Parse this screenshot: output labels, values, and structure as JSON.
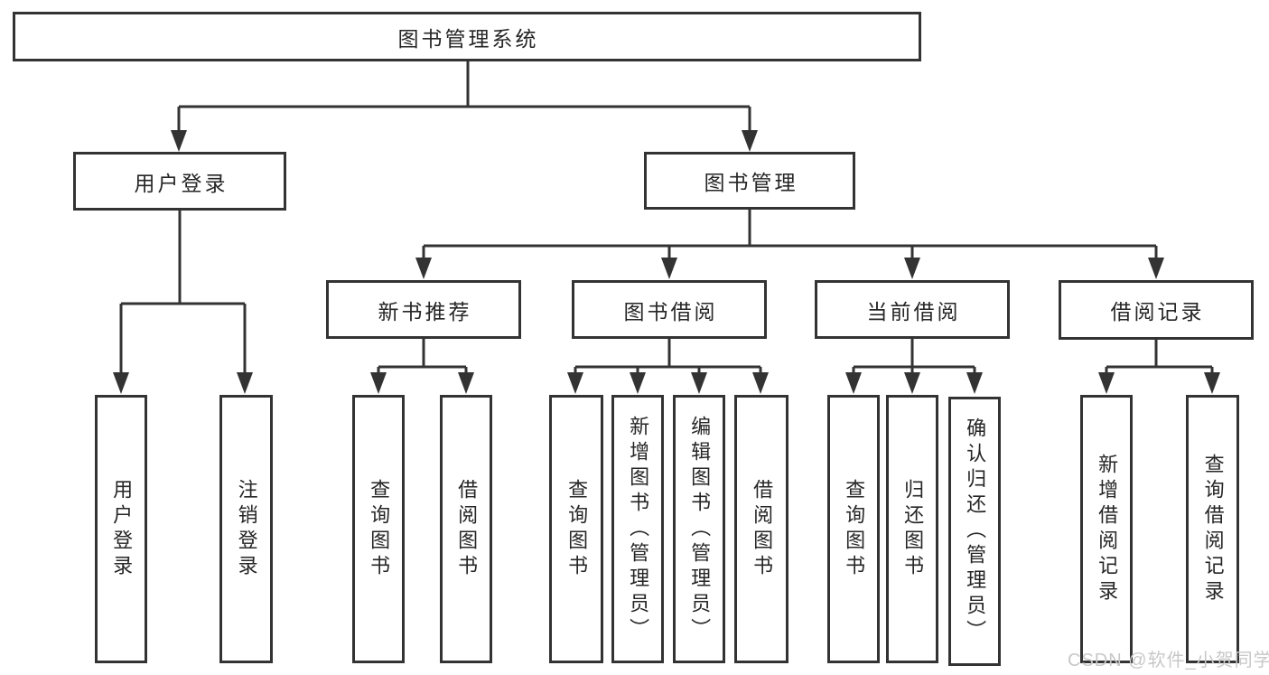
{
  "tree": {
    "root": "图书管理系统",
    "children": [
      {
        "label": "用户登录",
        "children": [
          "用户登录",
          "注销登录"
        ]
      },
      {
        "label": "图书管理",
        "children": [
          {
            "label": "新书推荐",
            "children": [
              "查询图书",
              "借阅图书"
            ]
          },
          {
            "label": "图书借阅",
            "children": [
              "查询图书",
              "新增图书（管理员）",
              "编辑图书（管理员）",
              "借阅图书"
            ]
          },
          {
            "label": "当前借阅",
            "children": [
              "查询图书",
              "归还图书",
              "确认归还（管理员）"
            ]
          },
          {
            "label": "借阅记录",
            "children": [
              "新增借阅记录",
              "查询借阅记录"
            ]
          }
        ]
      }
    ]
  },
  "watermark": {
    "text": "CSDN @软件_小贺同学"
  },
  "colors": {
    "border": "#333333",
    "text": "#262626",
    "watermark": "#c8c8c8",
    "background": "#ffffff"
  }
}
